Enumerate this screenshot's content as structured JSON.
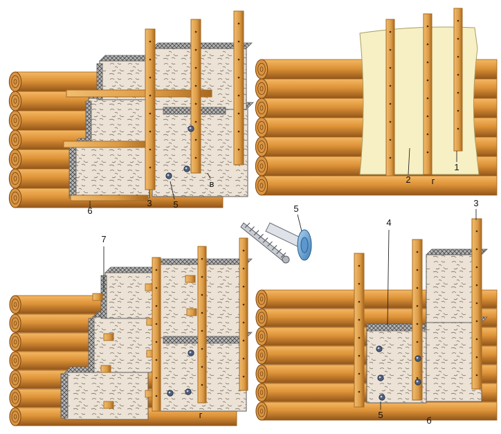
{
  "colors": {
    "log_light": "#e9a24a",
    "log_mid": "#d38a2f",
    "log_dark": "#9c5d17",
    "log_end": "#d99543",
    "log_ring": "#7a4510",
    "batten": "#e2a555",
    "batten_dark": "#a56a22",
    "wool": "#eadfd2",
    "wool_edge": "#5e5e5e",
    "membrane": "#f6f0c4",
    "dowel_head": "#6fa8d8",
    "dowel_body": "#c9ccd2",
    "line": "#222222"
  },
  "panels": {
    "top_left": {
      "letter": "в",
      "labels": [
        "6",
        "3",
        "5"
      ]
    },
    "top_right": {
      "letter": "г",
      "labels": [
        "2",
        "1"
      ]
    },
    "bottom_left": {
      "letter": "г",
      "labels": [
        "7"
      ]
    },
    "bottom_right": {
      "letter": "б",
      "labels": [
        "4",
        "3",
        "5"
      ]
    }
  },
  "detail": {
    "label": "5",
    "icons": [
      "insulation-dowel-icon",
      "screw-icon"
    ]
  }
}
